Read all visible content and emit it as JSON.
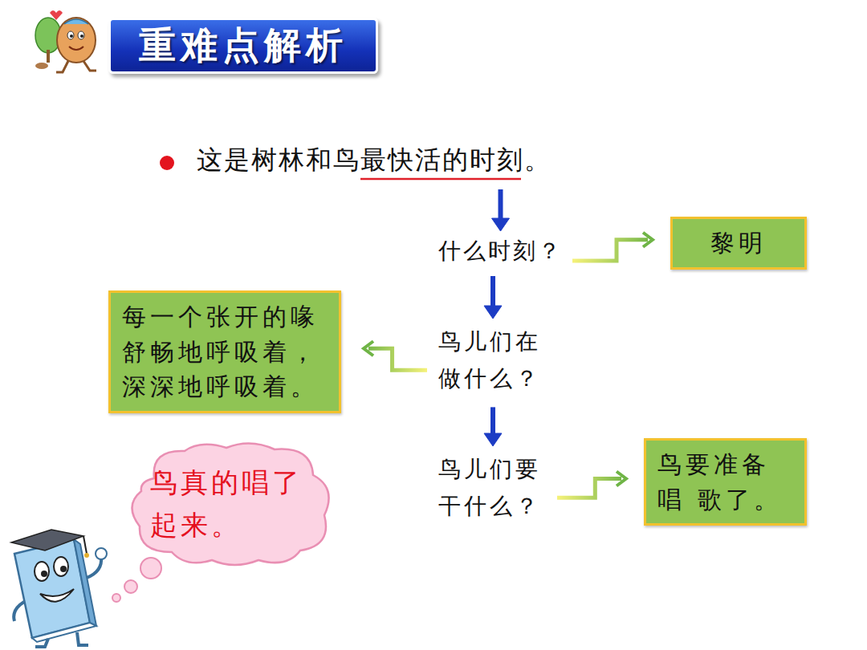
{
  "diagram": {
    "title": "重难点解析",
    "nodes": [
      {
        "text": [
          "这是树林和鸟最快活的时刻。"
        ]
      },
      {
        "text": [
          "什么时刻？"
        ]
      },
      {
        "text": [
          "黎明"
        ]
      },
      {
        "text": [
          "每一个张开的喙 舒畅地呼吸着， 深深地呼吸着。"
        ]
      },
      {
        "text": [
          "鸟儿们在 做什么？"
        ]
      },
      {
        "text": [
          "鸟要准备唱 歌了。"
        ]
      },
      {
        "text": [
          "鸟儿们要 干什么？"
        ]
      },
      {
        "text": [
          "鸟真的唱了 起来。"
        ]
      }
    ],
    "edges": [
      {
        "from": 0,
        "to": 1,
        "arrow": "to"
      },
      {
        "from": 1,
        "to": 2,
        "arrow": "to"
      },
      {
        "from": 1,
        "to": 4,
        "arrow": "to"
      },
      {
        "from": 4,
        "to": 3,
        "arrow": "to"
      },
      {
        "from": 4,
        "to": 6,
        "arrow": "to"
      },
      {
        "from": 6,
        "to": 5,
        "arrow": "to"
      }
    ]
  }
}
